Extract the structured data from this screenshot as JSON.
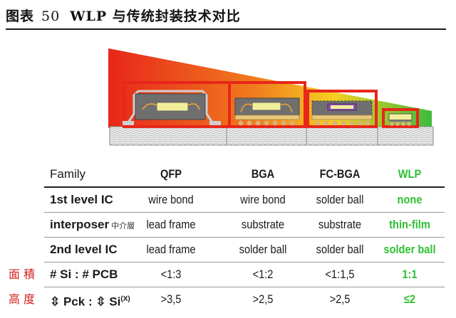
{
  "caption": {
    "prefix": "图表",
    "number": "50",
    "title": "WLP 与传统封装技术对比"
  },
  "figure": {
    "colors": {
      "red": "#e8261a",
      "orange": "#f47a1e",
      "yellow": "#f5d522",
      "green": "#3dbb3d",
      "die": "#f2ef9a",
      "pcb": "#e6e6e6"
    }
  },
  "table": {
    "header": {
      "label": "Family",
      "cols": [
        "QFP",
        "BGA",
        "FC-BGA",
        "WLP"
      ]
    },
    "rows": [
      {
        "zh": "",
        "label": "1st level IC",
        "zh_small": "",
        "values": [
          "wire bond",
          "wire bond",
          "solder ball",
          "none"
        ]
      },
      {
        "zh": "",
        "label": "interposer",
        "zh_small": "中介層",
        "values": [
          "lead frame",
          "substrate",
          "substrate",
          "thin-film"
        ]
      },
      {
        "zh": "",
        "label": "2nd level IC",
        "zh_small": "",
        "values": [
          "lead frame",
          "solder ball",
          "solder ball",
          "solder ball"
        ]
      },
      {
        "zh": "面積",
        "label": "# Si : # PCB",
        "zh_small": "",
        "values": [
          "<1:3",
          "<1:2",
          "<1:1,5",
          "1:1"
        ]
      },
      {
        "zh": "高度",
        "label": "⇳ Pck : ⇳ Si",
        "sup": "(X)",
        "zh_small": "",
        "values": [
          ">3,5",
          ">2,5",
          ">2,5",
          "≤2"
        ]
      }
    ]
  }
}
